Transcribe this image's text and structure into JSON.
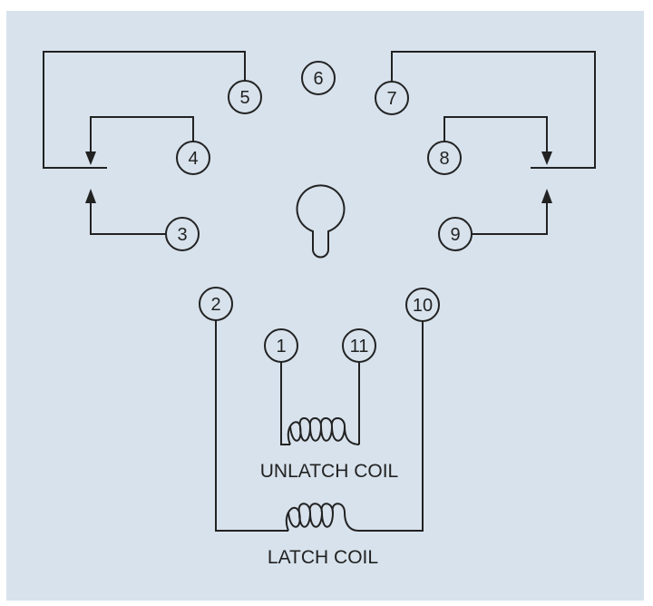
{
  "pins": [
    {
      "id": "1",
      "label": "1"
    },
    {
      "id": "2",
      "label": "2"
    },
    {
      "id": "3",
      "label": "3"
    },
    {
      "id": "4",
      "label": "4"
    },
    {
      "id": "5",
      "label": "5"
    },
    {
      "id": "6",
      "label": "6"
    },
    {
      "id": "7",
      "label": "7"
    },
    {
      "id": "8",
      "label": "8"
    },
    {
      "id": "9",
      "label": "9"
    },
    {
      "id": "10",
      "label": "10"
    },
    {
      "id": "11",
      "label": "11"
    }
  ],
  "coils": {
    "unlatch": {
      "label": "UNLATCH COIL",
      "pins": [
        "1",
        "11"
      ]
    },
    "latch": {
      "label": "LATCH COIL",
      "pins": [
        "2",
        "10"
      ]
    }
  },
  "colors": {
    "panel_background": "#d7e2ec",
    "line": "#222222"
  }
}
